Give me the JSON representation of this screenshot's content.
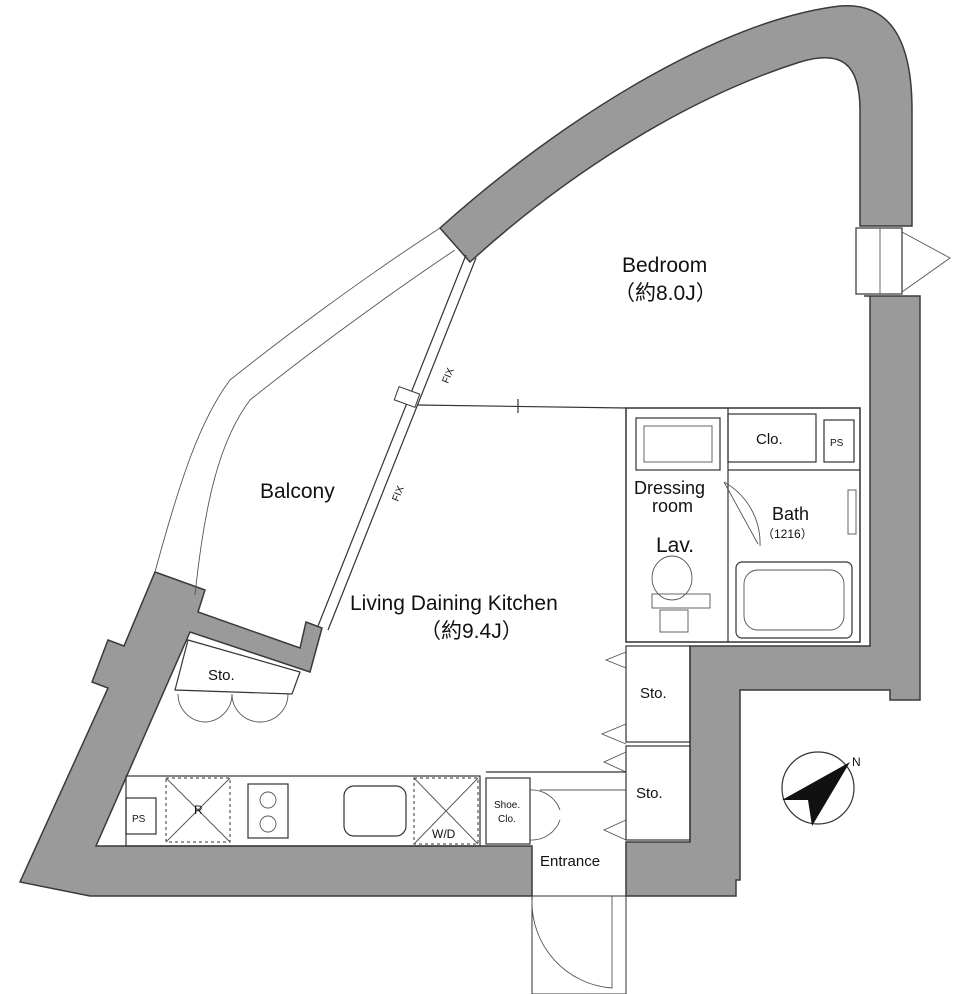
{
  "rooms": {
    "bedroom": "Bedroom",
    "bedroom_size": "（約8.0J）",
    "balcony": "Balcony",
    "ldk": "Living Daining Kitchen",
    "ldk_size": "（約9.4J）",
    "dressing_1": "Dressing",
    "dressing_2": "room",
    "bath": "Bath",
    "bath_size": "（1216）",
    "lav": "Lav.",
    "entrance": "Entrance"
  },
  "fixtures": {
    "clo": "Clo.",
    "ps_top": "PS",
    "ps_kitchen": "PS",
    "sto_left": "Sto.",
    "sto_right_1": "Sto.",
    "sto_right_2": "Sto.",
    "fridge": "R",
    "washer": "W/D",
    "shoe_1": "Shoe.",
    "shoe_2": "Clo.",
    "fix_1": "FIX",
    "fix_2": "FIX"
  },
  "compass": {
    "north": "N"
  },
  "colors": {
    "wall": "#9a9a9a",
    "line": "#333333"
  }
}
